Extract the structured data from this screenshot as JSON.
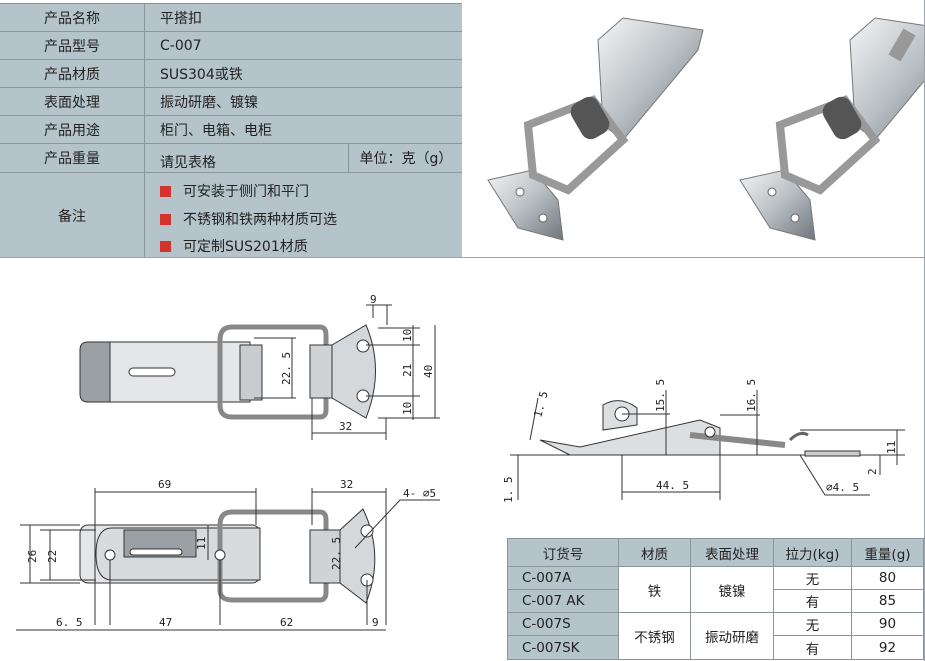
{
  "spec": {
    "rows": [
      {
        "label": "产品名称",
        "value": "平搭扣"
      },
      {
        "label": "产品型号",
        "value": "C-007"
      },
      {
        "label": "产品材质",
        "value": "SUS304或铁"
      },
      {
        "label": "表面处理",
        "value": "振动研磨、镀镍"
      },
      {
        "label": "产品用途",
        "value": "柜门、电箱、电柜"
      },
      {
        "label": "产品重量",
        "value": "请见表格",
        "unit": "单位：克（g）"
      }
    ],
    "notes_label": "备注",
    "notes": [
      "可安装于侧门和平门",
      "不锈钢和铁两种材质可选",
      "可定制SUS201材质"
    ]
  },
  "drawings": {
    "top_view": {
      "d9": "9",
      "d10a": "10",
      "d21": "21",
      "d10b": "10",
      "d40": "40",
      "d225": "22. 5",
      "d32": "32"
    },
    "bottom_view": {
      "d69": "69",
      "d32": "32",
      "holes": "4- ⌀5",
      "d22": "22",
      "d26": "26",
      "d11": "11",
      "d225": "22. 5",
      "d65": "6. 5",
      "d47": "47",
      "d62": "62",
      "d9": "9"
    },
    "side_view": {
      "d15a": "1. 5",
      "d155": "15. 5",
      "d165": "16. 5",
      "d11": "11",
      "d2": "2",
      "d15b": "1. 5",
      "d445": "44. 5",
      "dia": "⌀4. 5"
    }
  },
  "order_table": {
    "headers": [
      "订货号",
      "材质",
      "表面处理",
      "拉力(kg)",
      "重量(g)"
    ],
    "rows": [
      {
        "code": "C-007A",
        "pull": "无",
        "weight": "80"
      },
      {
        "code": "C-007 AK",
        "pull": "有",
        "weight": "85"
      },
      {
        "code": "C-007S",
        "pull": "无",
        "weight": "90"
      },
      {
        "code": "C-007SK",
        "pull": "有",
        "weight": "92"
      }
    ],
    "groups": [
      {
        "material": "铁",
        "surface": "镀镍"
      },
      {
        "material": "不锈钢",
        "surface": "振动研磨"
      }
    ]
  },
  "colors": {
    "accent": "#d2332a",
    "table_bg": "#b5c3cb"
  }
}
